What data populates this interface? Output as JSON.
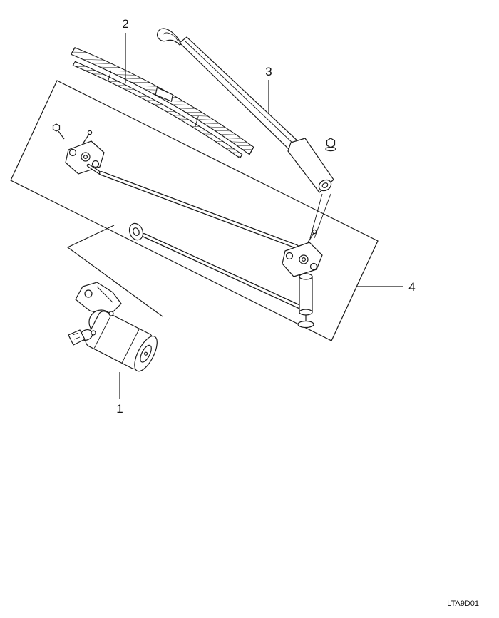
{
  "diagram": {
    "callouts": {
      "motor": "1",
      "blade": "2",
      "arm": "3",
      "linkage": "4"
    },
    "code": "LTA9D01"
  }
}
